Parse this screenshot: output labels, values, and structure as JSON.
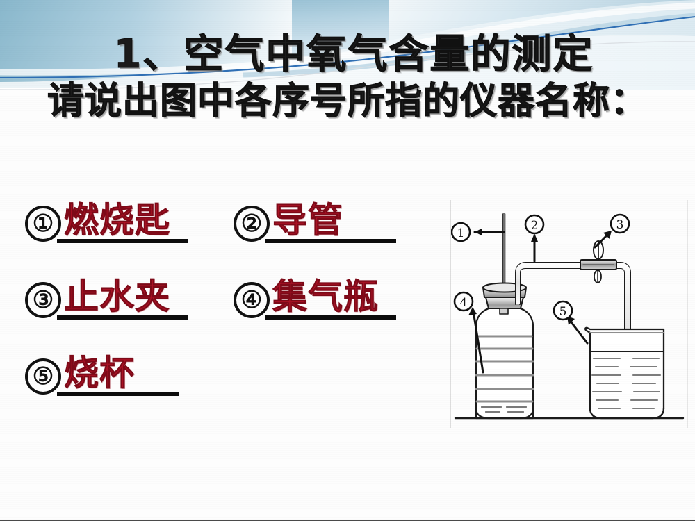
{
  "slide": {
    "title_main": "1、空气中氧气含量的测定",
    "title_sub": "请说出图中各序号所指的仪器名称："
  },
  "answers": [
    {
      "marker": "①",
      "label": "燃烧匙"
    },
    {
      "marker": "②",
      "label": "导管"
    },
    {
      "marker": "③",
      "label": "止水夹"
    },
    {
      "marker": "④",
      "label": "集气瓶"
    },
    {
      "marker": "⑤",
      "label": "烧杯"
    }
  ],
  "diagram": {
    "callouts": [
      {
        "marker": "①",
        "target": "combustion-spoon-rod"
      },
      {
        "marker": "②",
        "target": "delivery-tube"
      },
      {
        "marker": "③",
        "target": "pinch-clamp"
      },
      {
        "marker": "④",
        "target": "gas-collecting-bottle"
      },
      {
        "marker": "⑤",
        "target": "beaker"
      }
    ],
    "parts": [
      "gas-collecting-bottle",
      "rubber-stopper",
      "combustion-spoon",
      "delivery-tube",
      "pinch-clamp",
      "beaker",
      "water",
      "bench-line"
    ]
  },
  "colors": {
    "answer_red": "#aa1124",
    "ink_black": "#111111",
    "banner_blue": "#7fb4cc",
    "banner_line_blue": "#2f6fb5",
    "page_white": "#fdfdfd"
  }
}
